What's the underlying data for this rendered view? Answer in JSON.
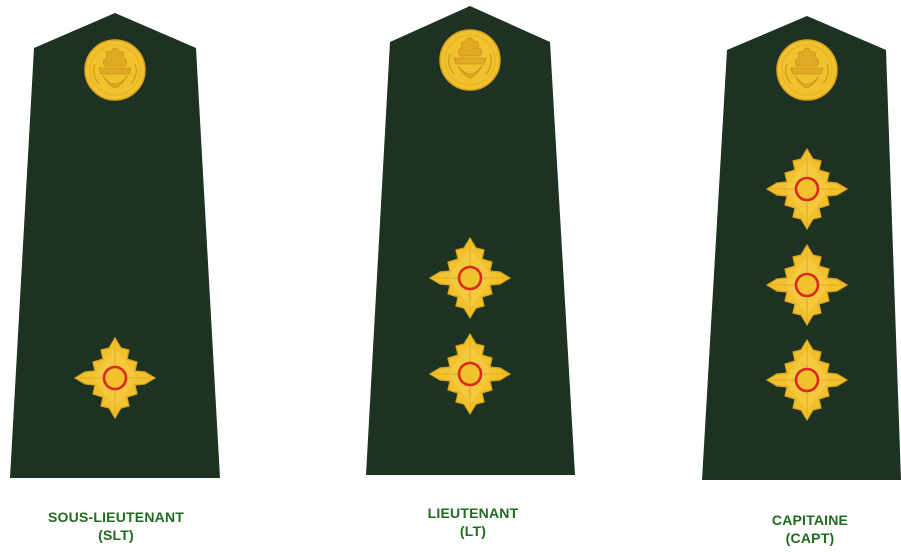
{
  "colors": {
    "board": "#1e3223",
    "insignia_gold": "#f2c12e",
    "insignia_shade": "#d9a21b",
    "pip_ring": "#d92b1c",
    "label_text": "#1f6b1f"
  },
  "ranks": [
    {
      "name": "SOUS-LIEUTENANT",
      "abbr": "(SLT)",
      "pips": 1
    },
    {
      "name": "LIEUTENANT",
      "abbr": "(LT)",
      "pips": 2
    },
    {
      "name": "CAPITAINE",
      "abbr": "(CAPT)",
      "pips": 3
    }
  ],
  "icons": {
    "button": "grenade-button-icon",
    "pip": "star-pip-icon"
  }
}
